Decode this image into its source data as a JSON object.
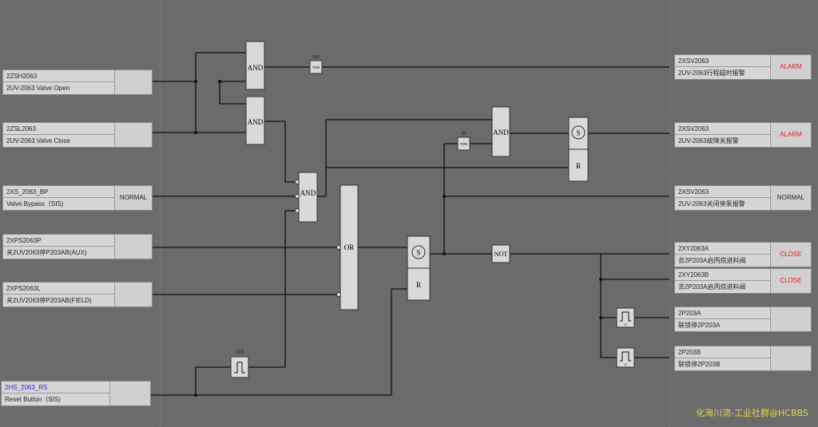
{
  "inputs": [
    {
      "tag": "2ZSH2063",
      "desc": "2UV-2063 Valve Open",
      "value": ""
    },
    {
      "tag": "2ZSL2063",
      "desc": "2UV-2063 Valve Close",
      "value": ""
    },
    {
      "tag": "2XS_2063_BP",
      "desc": "Valve Bypass（SIS)",
      "value": "NORMAL"
    },
    {
      "tag": "2XPS2063P",
      "desc": "关2UV2063停P203AB(AUX)",
      "value": ""
    },
    {
      "tag": "2XPS2063L",
      "desc": "关2UV2063停P203AB(FIELD)",
      "value": ""
    },
    {
      "tag": "2HS_2063_RS",
      "desc": "Reset Button（SIS)",
      "value": ""
    }
  ],
  "outputs": [
    {
      "tag": "2XSV2063",
      "desc": "2UV-2063行程超时报警",
      "value": "ALARM"
    },
    {
      "tag": "2XSV2063",
      "desc": "2UV-2063故障关报警",
      "value": "ALARM"
    },
    {
      "tag": "2XSV2063",
      "desc": "2UV-2063关闭停泵报警",
      "value": "NORMAL"
    },
    {
      "tag": "2XY2063A",
      "desc": "去2P203A启丙烷进料阀",
      "value": "CLOSE"
    },
    {
      "tag": "2XY2063B",
      "desc": "去2P203A启丙烷进料阀",
      "value": "CLOSE"
    },
    {
      "tag": "2P203A",
      "desc": "联锁停2P203A",
      "value": ""
    },
    {
      "tag": "2P203B",
      "desc": "联锁停2P203B",
      "value": ""
    }
  ],
  "blocks": {
    "and": "AND",
    "or": "OR",
    "not": "NOT",
    "set": "S",
    "reset": "R",
    "ton": "TON",
    "timer1": "10S",
    "timer2": "3S",
    "pulse": "10S",
    "pulse_small": "5"
  },
  "watermark": "化海川流-工业社群@HCBBS",
  "colors": {
    "alarm": "#e62020",
    "reset_tag": "#2a2ad8",
    "background": "#6b6b6b"
  }
}
